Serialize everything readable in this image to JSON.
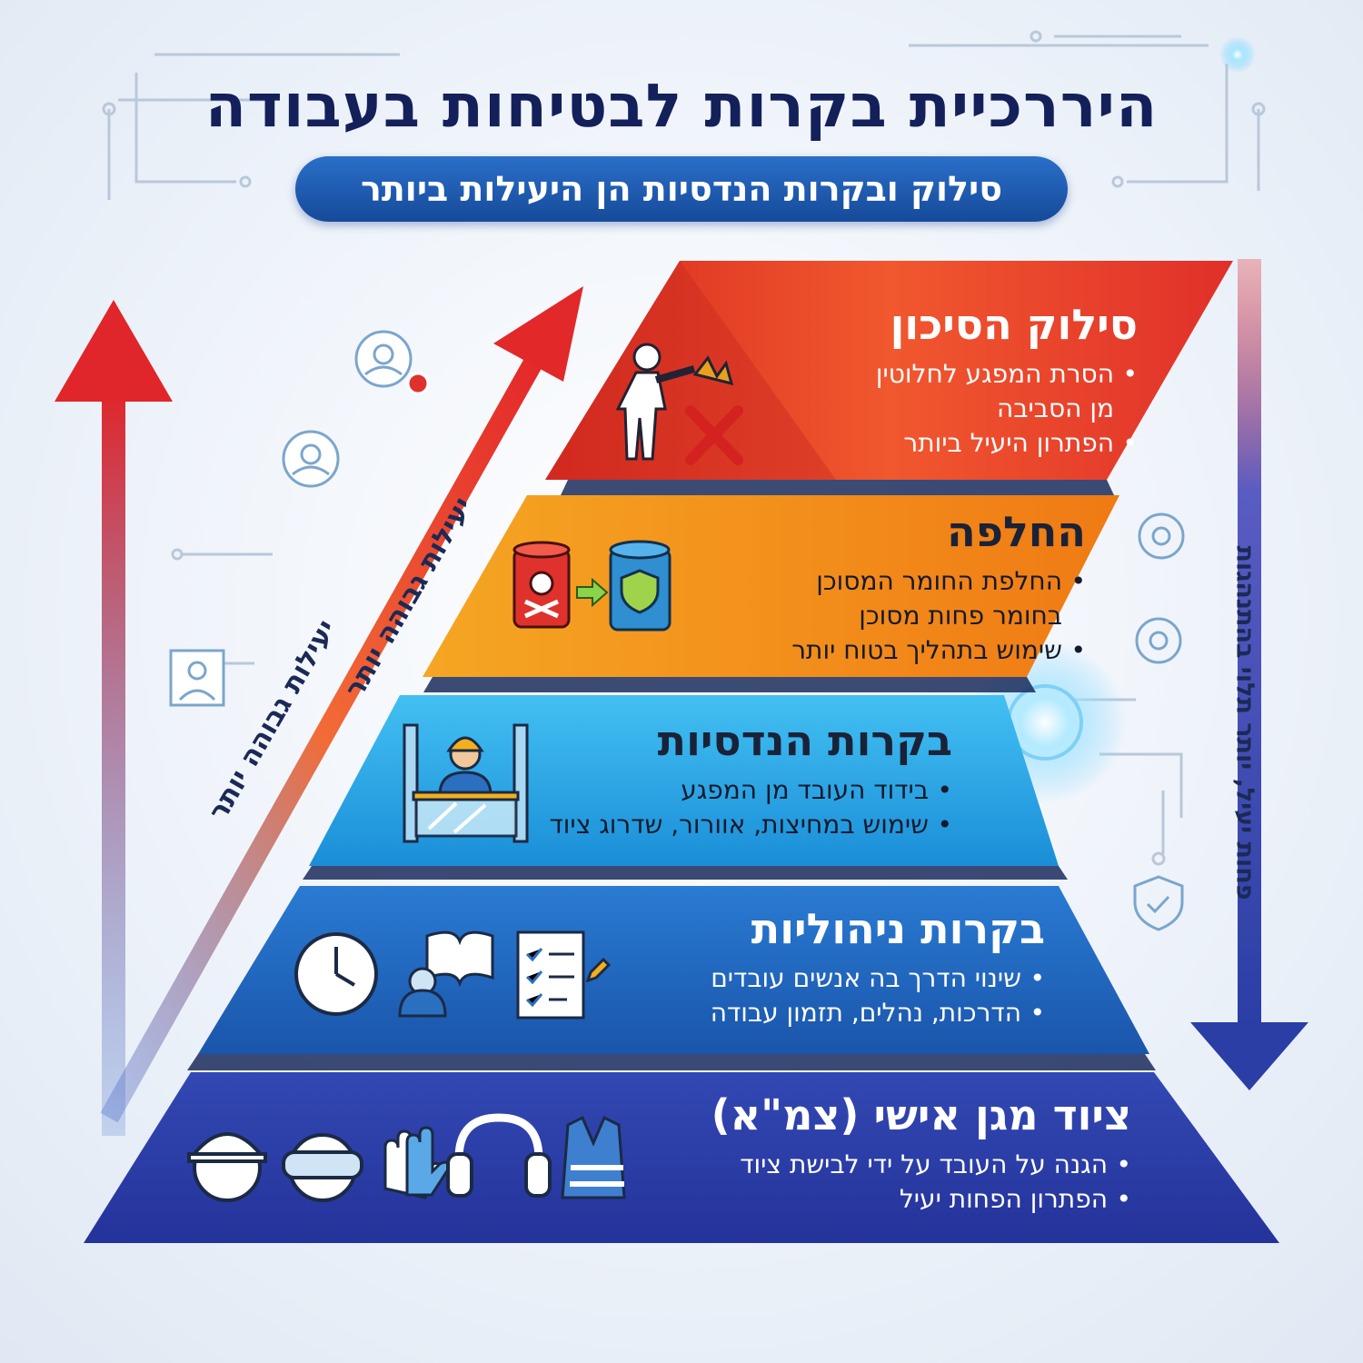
{
  "title": "היררכיית בקרות לבטיחות בעבודה",
  "subtitle": "סילוק ובקרות הנדסיות הן היעילות ביותר",
  "left_arrow_label": "יעילות גבוהה יותר",
  "diagonal_arrow_label": "יעילות גבוהה יותר",
  "right_arrow_label": "פחות יעיל, יותר תלוי בהתנהגות",
  "tiers": [
    {
      "title": "סילוק הסיכון",
      "bullets": [
        "הסרת המפגע לחלוטין\nמן הסביבה",
        "הפתרון היעיל ביותר"
      ],
      "icons": [
        "worker-removing-hazard-icon",
        "red-x-icon"
      ],
      "color": "#e2412a"
    },
    {
      "title": "החלפה",
      "bullets": [
        "החלפת החומר המסוכן\nבחומר פחות מסוכן",
        "שימוש בתהליך בטוח יותר"
      ],
      "icons": [
        "hazardous-barrel-icon",
        "arrow-right-icon",
        "safe-barrel-icon"
      ],
      "color": "#f39a1e"
    },
    {
      "title": "בקרות הנדסיות",
      "bullets": [
        "בידוד העובד מן המפגע",
        "שימוש במחיצות, אוורור, שדרוג ציוד"
      ],
      "icons": [
        "worker-behind-barrier-icon"
      ],
      "color": "#29a8e6"
    },
    {
      "title": "בקרות ניהוליות",
      "bullets": [
        "שינוי הדרך בה אנשים עובדים",
        "הדרכות, נהלים, תזמון עבודה"
      ],
      "icons": [
        "clock-icon",
        "training-book-icon",
        "checklist-icon"
      ],
      "color": "#1d68c3"
    },
    {
      "title": "ציוד מגן אישי (צמ\"א)",
      "bullets": [
        "הגנה על העובד על ידי לבישת ציוד",
        "הפתרון הפחות יעיל"
      ],
      "icons": [
        "hard-hat-icon",
        "goggles-icon",
        "gloves-icon",
        "ear-muffs-icon",
        "safety-vest-icon"
      ],
      "color": "#2c3ea8"
    }
  ]
}
